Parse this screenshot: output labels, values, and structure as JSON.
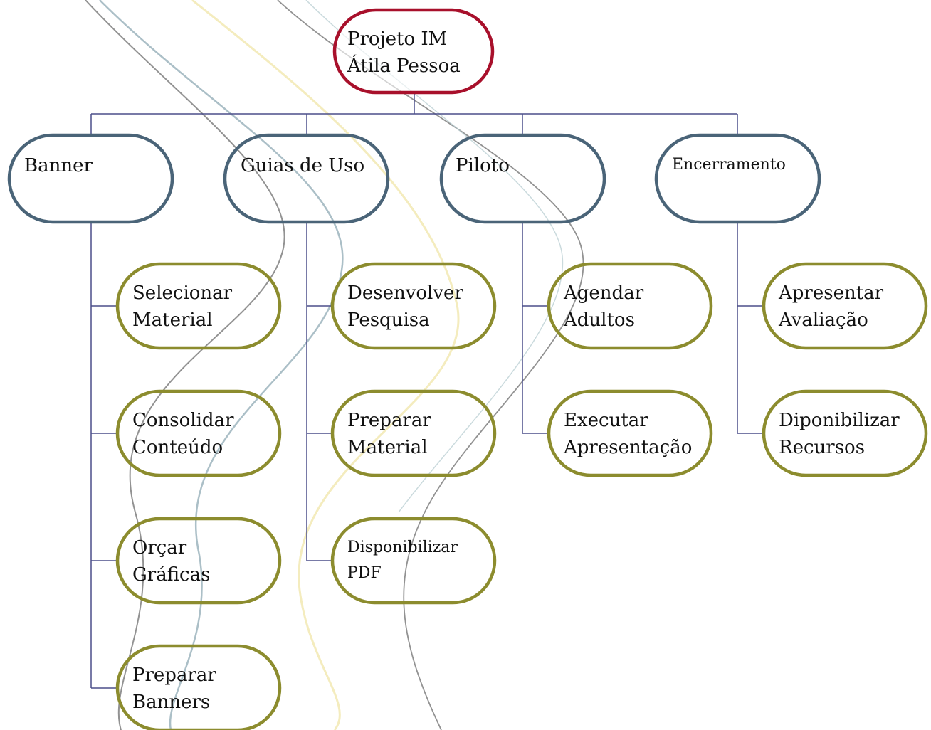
{
  "colors": {
    "root_stroke": "#A8102B",
    "branch_stroke": "#4A6478",
    "leaf_stroke": "#8C8C2E",
    "connector": "#4B4F8A",
    "decor": [
      "#6E6E6E",
      "#8FAAB4",
      "#F0E6A8",
      "#B8CDD2"
    ]
  },
  "root": {
    "line1": "Projeto IM",
    "line2": "Átila Pessoa"
  },
  "branches": [
    {
      "label": "Banner",
      "children": [
        {
          "line1": "Selecionar",
          "line2": "Material"
        },
        {
          "line1": "Consolidar",
          "line2": "Conteúdo"
        },
        {
          "line1": "Orçar",
          "line2": "Gráficas"
        },
        {
          "line1": "Preparar",
          "line2": "Banners"
        }
      ]
    },
    {
      "label": "Guias de Uso",
      "children": [
        {
          "line1": "Desenvolver",
          "line2": "Pesquisa"
        },
        {
          "line1": "Preparar",
          "line2": "Material"
        },
        {
          "line1": "Disponibilizar",
          "line2": "PDF"
        }
      ]
    },
    {
      "label": "Piloto",
      "children": [
        {
          "line1": "Agendar",
          "line2": "Adultos"
        },
        {
          "line1": "Executar",
          "line2": "Apresentação"
        }
      ]
    },
    {
      "label": "Encerramento",
      "children": [
        {
          "line1": "Apresentar",
          "line2": "Avaliação"
        },
        {
          "line1": "Diponibilizar",
          "line2": "Recursos"
        }
      ]
    }
  ]
}
